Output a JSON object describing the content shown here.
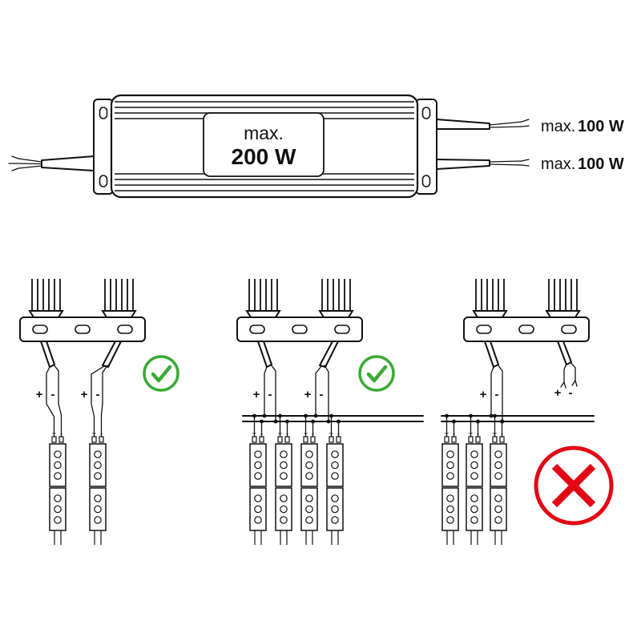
{
  "device": {
    "center_label": {
      "prefix": "max.",
      "value": "200 W"
    },
    "output_top": {
      "prefix": "max.",
      "value": "100 W"
    },
    "output_bottom": {
      "prefix": "max.",
      "value": "100 W"
    }
  },
  "wiring": {
    "plus": "+",
    "minus": "-",
    "diagrams": [
      {
        "id": "two-strips-direct",
        "strips": 2,
        "result": "correct"
      },
      {
        "id": "four-strips-distribution-bus",
        "strips": 4,
        "result": "correct"
      },
      {
        "id": "three-strips-one-output",
        "strips": 3,
        "result": "incorrect"
      }
    ]
  },
  "colors": {
    "ok_green": "#3aaa35",
    "error_red": "#e30613",
    "ink": "#111111",
    "background": "#ffffff"
  },
  "icons": {
    "ok": "check-circle-icon",
    "error": "cross-circle-icon"
  }
}
